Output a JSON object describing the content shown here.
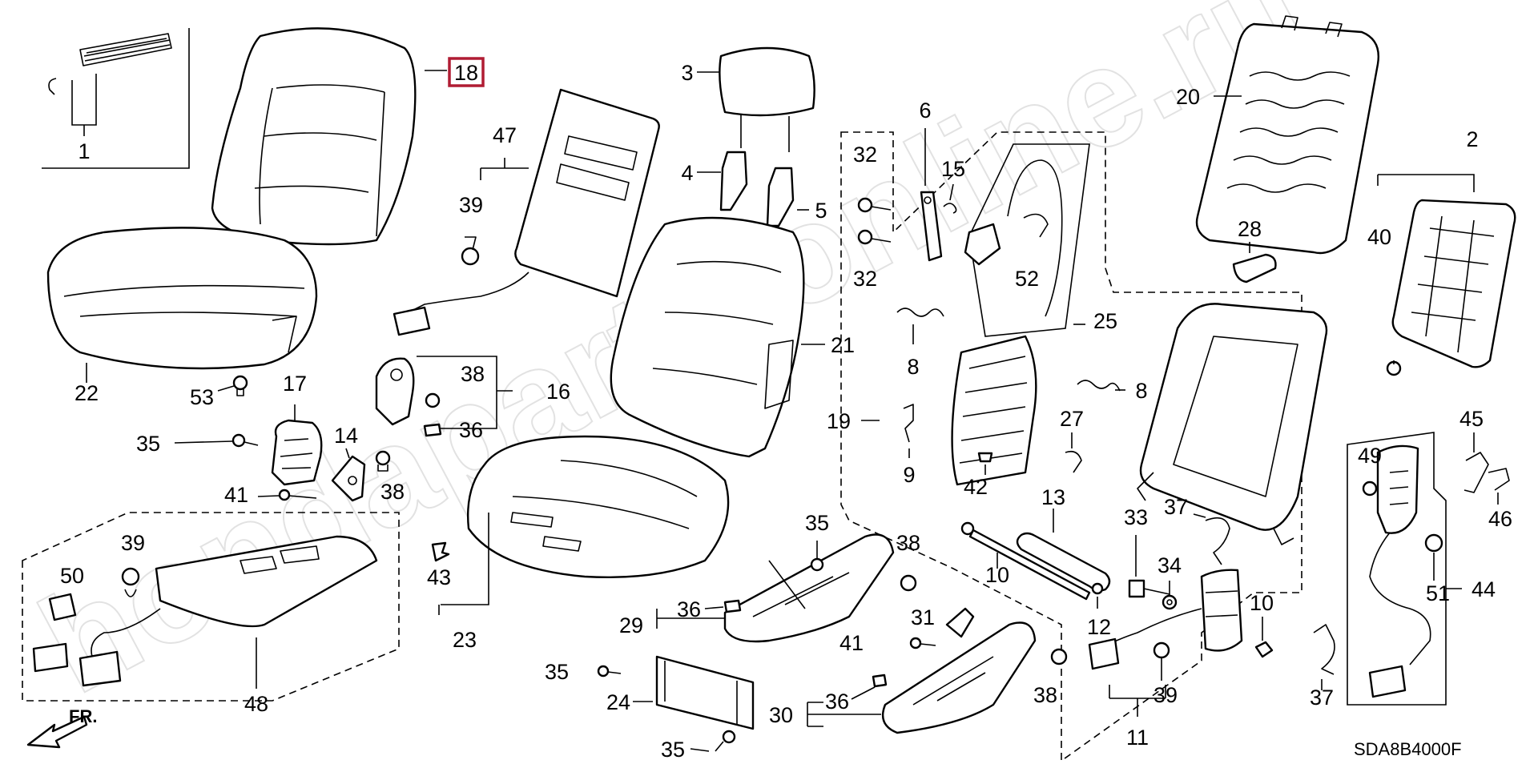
{
  "diagram": {
    "watermark": "hondaparts-online.ru",
    "drawing_code": "SDA8B4000F",
    "direction_label": "FR.",
    "highlighted_part": "18",
    "callouts": [
      "1",
      "2",
      "3",
      "4",
      "5",
      "6",
      "8",
      "8",
      "9",
      "10",
      "10",
      "11",
      "12",
      "13",
      "14",
      "15",
      "16",
      "17",
      "18",
      "19",
      "20",
      "21",
      "22",
      "23",
      "24",
      "25",
      "27",
      "28",
      "29",
      "30",
      "31",
      "32",
      "32",
      "33",
      "34",
      "35",
      "35",
      "35",
      "35",
      "36",
      "36",
      "36",
      "37",
      "37",
      "38",
      "38",
      "38",
      "38",
      "39",
      "39",
      "39",
      "40",
      "41",
      "41",
      "42",
      "43",
      "44",
      "45",
      "46",
      "47",
      "48",
      "49",
      "50",
      "51",
      "52",
      "53"
    ]
  }
}
